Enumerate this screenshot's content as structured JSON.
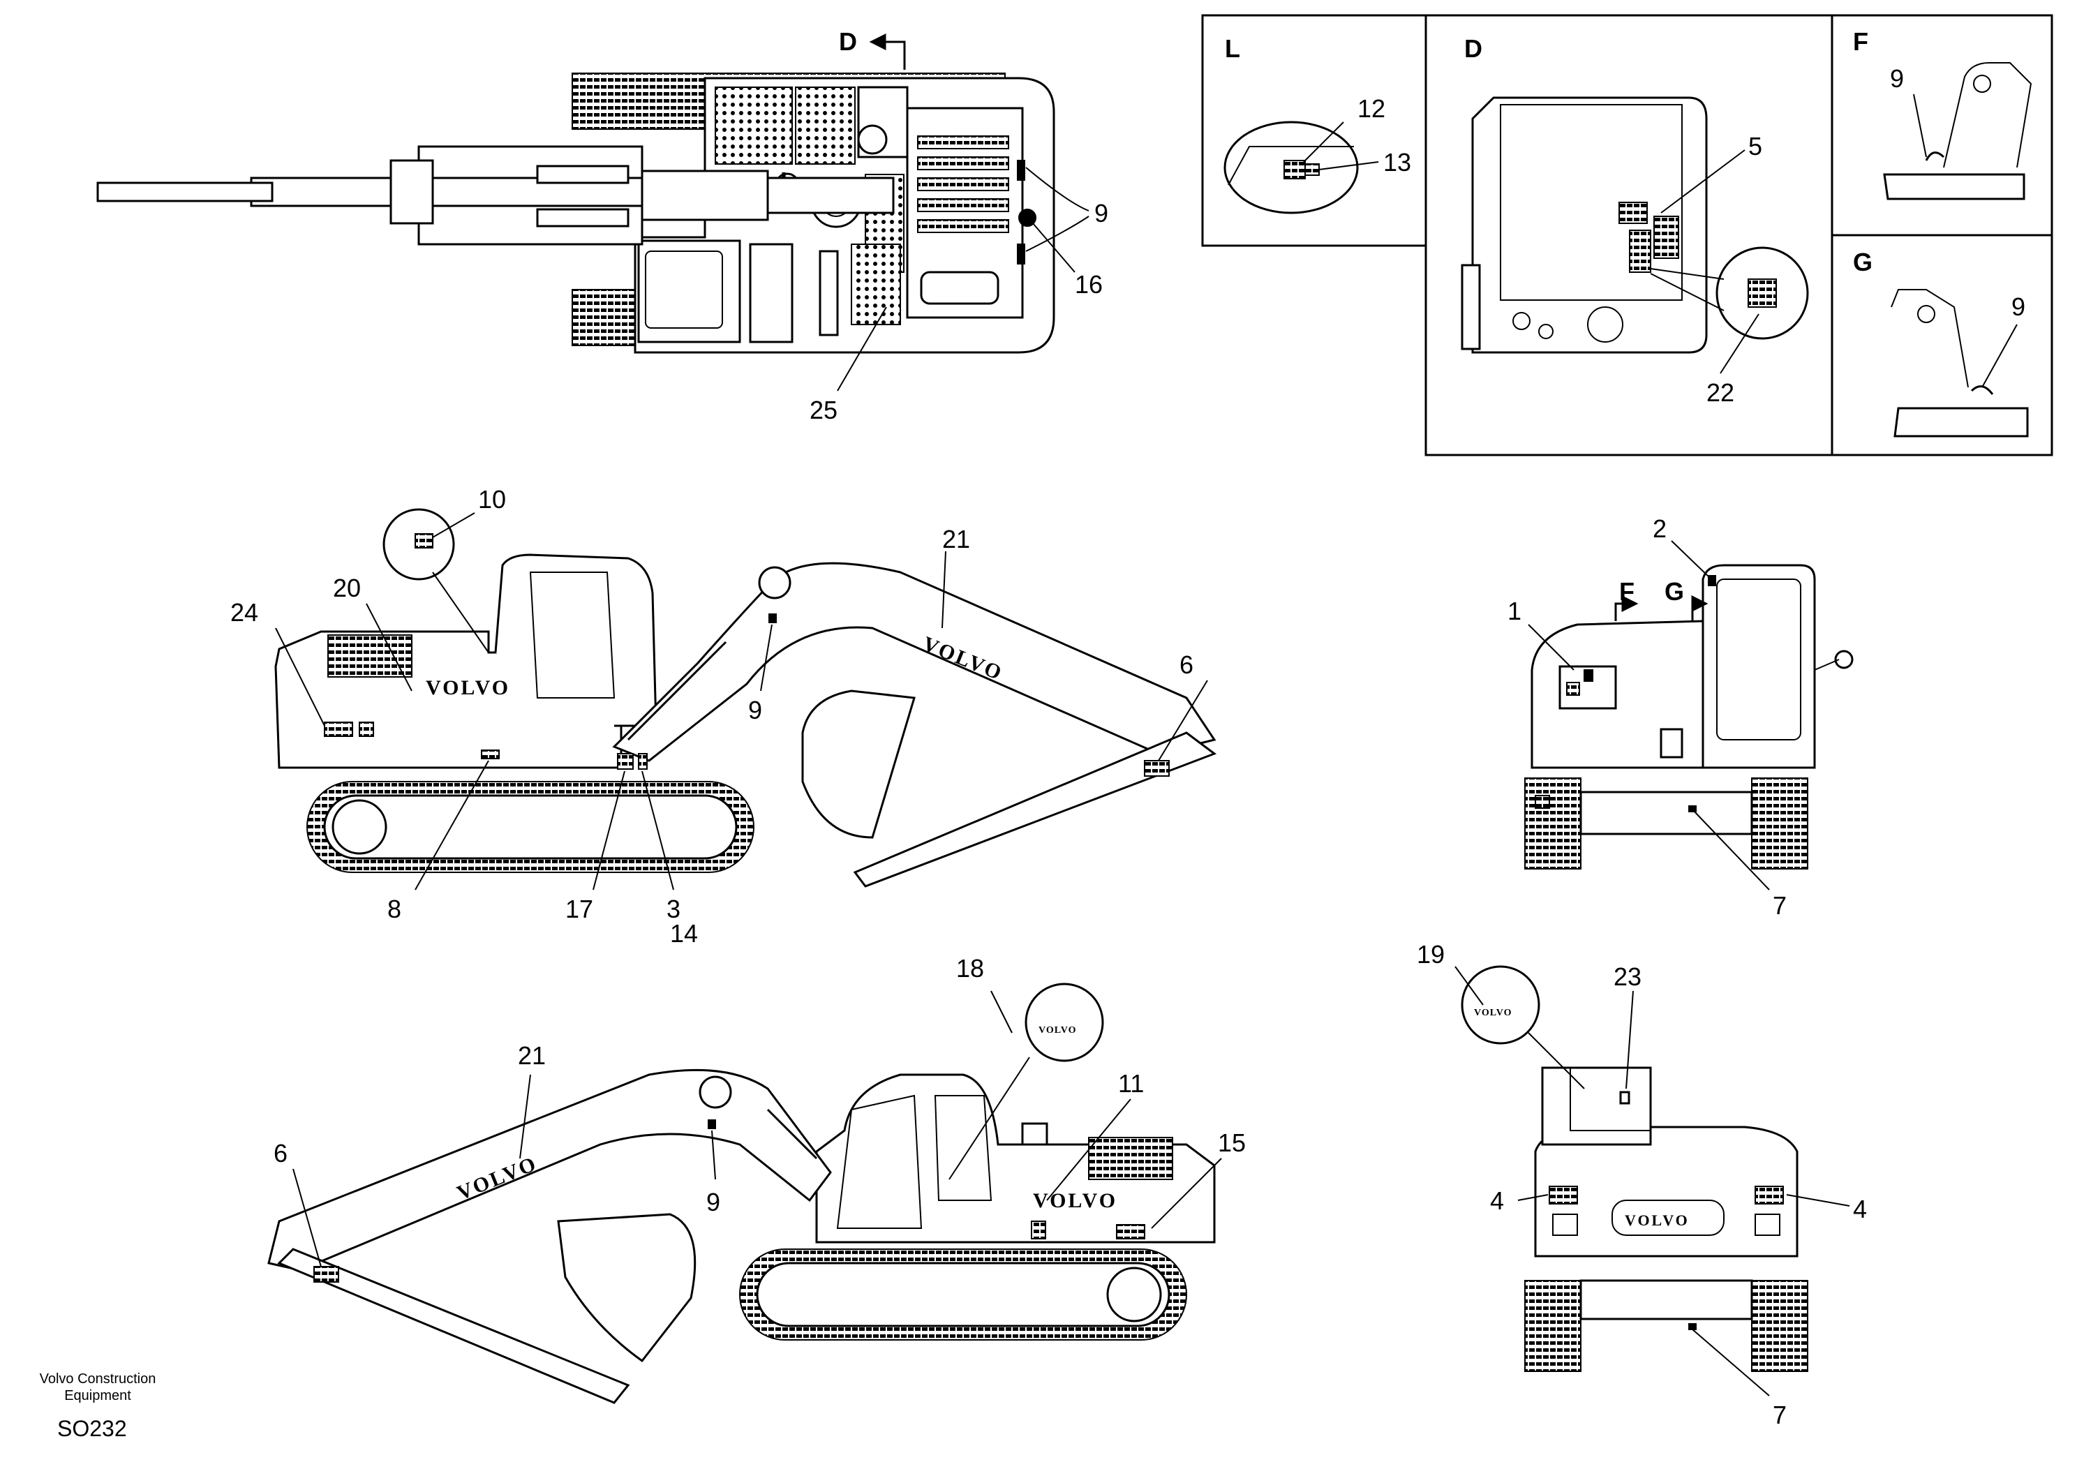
{
  "callouts": {
    "n1": "1",
    "n2": "2",
    "n3": "3",
    "n4": "4",
    "n5": "5",
    "n6": "6",
    "n7": "7",
    "n8": "8",
    "n9": "9",
    "n10": "10",
    "n11": "11",
    "n12": "12",
    "n13": "13",
    "n14": "14",
    "n15": "15",
    "n16": "16",
    "n17": "17",
    "n18": "18",
    "n19": "19",
    "n20": "20",
    "n21": "21",
    "n22": "22",
    "n23": "23",
    "n24": "24",
    "n25": "25"
  },
  "views": {
    "section_d": "D",
    "detail_f": "F",
    "detail_g": "G",
    "detail_l": "L"
  },
  "brand": "VOLVO",
  "footer": {
    "company_line1": "Volvo Construction",
    "company_line2": "Equipment",
    "code": "SO232"
  }
}
